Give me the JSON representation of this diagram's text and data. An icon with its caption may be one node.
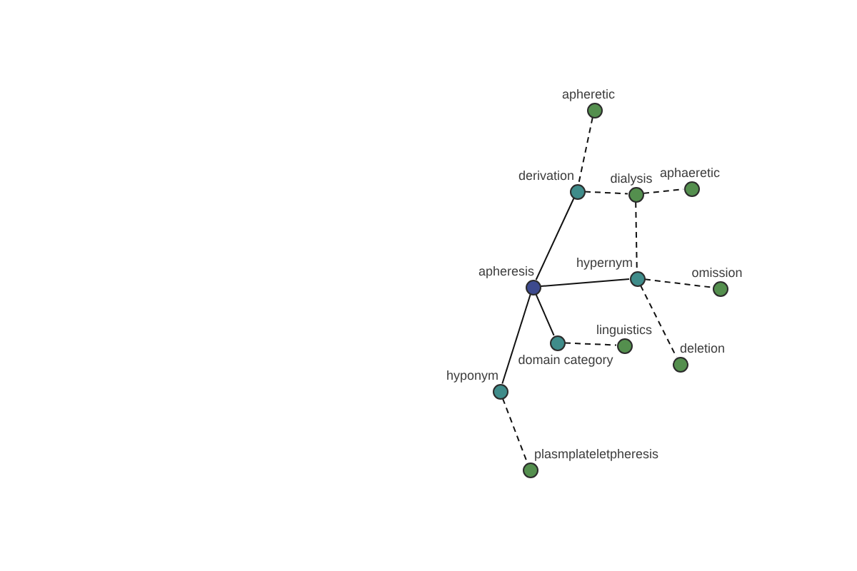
{
  "diagram": {
    "nodes": [
      {
        "text": [
          "apheretic"
        ]
      },
      {
        "text": [
          "derivation"
        ]
      },
      {
        "text": [
          "dialysis"
        ]
      },
      {
        "text": [
          "aphaeretic"
        ]
      },
      {
        "text": [
          "apheresis"
        ]
      },
      {
        "text": [
          "hypernym"
        ]
      },
      {
        "text": [
          "omission"
        ]
      },
      {
        "text": [
          "domain category"
        ]
      },
      {
        "text": [
          "linguistics"
        ]
      },
      {
        "text": [
          "deletion"
        ]
      },
      {
        "text": [
          "hyponym"
        ]
      },
      {
        "text": [
          "plasmplateletpheresis"
        ]
      }
    ],
    "edges": [
      {
        "from": 0,
        "to": 1,
        "arrow": "none",
        "style": "dashed"
      },
      {
        "from": 1,
        "to": 2,
        "arrow": "none",
        "style": "dashed"
      },
      {
        "from": 2,
        "to": 3,
        "arrow": "none",
        "style": "dashed"
      },
      {
        "from": 2,
        "to": 5,
        "arrow": "none",
        "style": "dashed"
      },
      {
        "from": 4,
        "to": 1,
        "arrow": "none"
      },
      {
        "from": 4,
        "to": 5,
        "arrow": "none"
      },
      {
        "from": 5,
        "to": 6,
        "arrow": "none",
        "style": "dashed"
      },
      {
        "from": 5,
        "to": 9,
        "arrow": "none",
        "style": "dashed"
      },
      {
        "from": 4,
        "to": 7,
        "arrow": "none"
      },
      {
        "from": 7,
        "to": 8,
        "arrow": "none",
        "style": "dashed"
      },
      {
        "from": 4,
        "to": 10,
        "arrow": "none"
      },
      {
        "from": 10,
        "to": 11,
        "arrow": "none",
        "style": "dashed"
      }
    ]
  }
}
